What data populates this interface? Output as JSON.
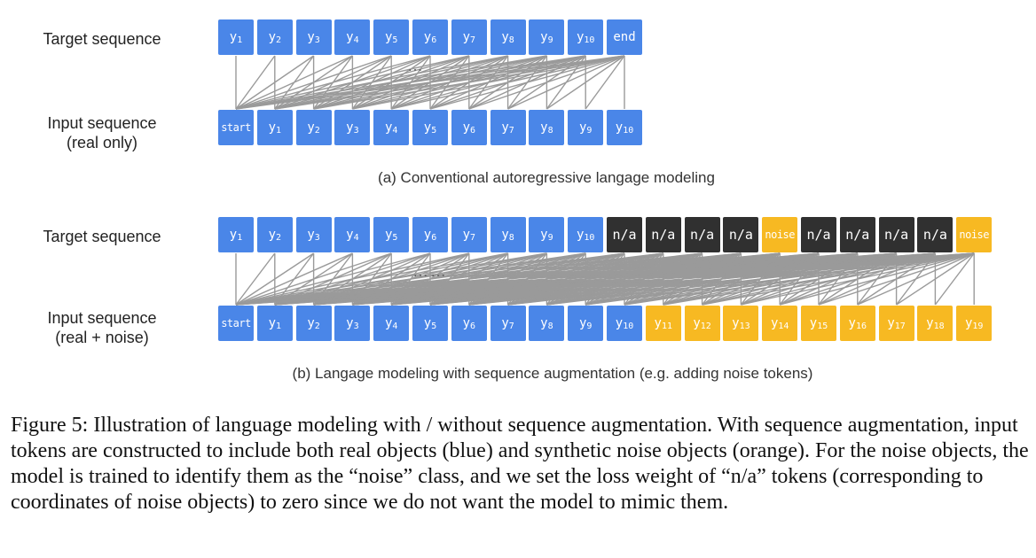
{
  "panel_a": {
    "target_label": "Target sequence",
    "input_label_line1": "Input sequence",
    "input_label_line2": "(real only)",
    "target_tokens": [
      {
        "text": "y",
        "sub": "1",
        "color": "blue"
      },
      {
        "text": "y",
        "sub": "2",
        "color": "blue"
      },
      {
        "text": "y",
        "sub": "3",
        "color": "blue"
      },
      {
        "text": "y",
        "sub": "4",
        "color": "blue"
      },
      {
        "text": "y",
        "sub": "5",
        "color": "blue"
      },
      {
        "text": "y",
        "sub": "6",
        "color": "blue"
      },
      {
        "text": "y",
        "sub": "7",
        "color": "blue"
      },
      {
        "text": "y",
        "sub": "8",
        "color": "blue"
      },
      {
        "text": "y",
        "sub": "9",
        "color": "blue"
      },
      {
        "text": "y",
        "sub": "10",
        "color": "blue"
      },
      {
        "text": "end",
        "sub": "",
        "color": "blue"
      }
    ],
    "input_tokens": [
      {
        "text": "start",
        "sub": "",
        "color": "blue"
      },
      {
        "text": "y",
        "sub": "1",
        "color": "blue"
      },
      {
        "text": "y",
        "sub": "2",
        "color": "blue"
      },
      {
        "text": "y",
        "sub": "3",
        "color": "blue"
      },
      {
        "text": "y",
        "sub": "4",
        "color": "blue"
      },
      {
        "text": "y",
        "sub": "5",
        "color": "blue"
      },
      {
        "text": "y",
        "sub": "6",
        "color": "blue"
      },
      {
        "text": "y",
        "sub": "7",
        "color": "blue"
      },
      {
        "text": "y",
        "sub": "8",
        "color": "blue"
      },
      {
        "text": "y",
        "sub": "9",
        "color": "blue"
      },
      {
        "text": "y",
        "sub": "10",
        "color": "blue"
      }
    ],
    "ellipsis": "…",
    "caption": "(a) Conventional autoregressive langage modeling"
  },
  "panel_b": {
    "target_label": "Target sequence",
    "input_label_line1": "Input sequence",
    "input_label_line2": "(real + noise)",
    "target_tokens": [
      {
        "text": "y",
        "sub": "1",
        "color": "blue"
      },
      {
        "text": "y",
        "sub": "2",
        "color": "blue"
      },
      {
        "text": "y",
        "sub": "3",
        "color": "blue"
      },
      {
        "text": "y",
        "sub": "4",
        "color": "blue"
      },
      {
        "text": "y",
        "sub": "5",
        "color": "blue"
      },
      {
        "text": "y",
        "sub": "6",
        "color": "blue"
      },
      {
        "text": "y",
        "sub": "7",
        "color": "blue"
      },
      {
        "text": "y",
        "sub": "8",
        "color": "blue"
      },
      {
        "text": "y",
        "sub": "9",
        "color": "blue"
      },
      {
        "text": "y",
        "sub": "10",
        "color": "blue"
      },
      {
        "text": "n/a",
        "sub": "",
        "color": "black"
      },
      {
        "text": "n/a",
        "sub": "",
        "color": "black"
      },
      {
        "text": "n/a",
        "sub": "",
        "color": "black"
      },
      {
        "text": "n/a",
        "sub": "",
        "color": "black"
      },
      {
        "text": "noise",
        "sub": "",
        "color": "orange"
      },
      {
        "text": "n/a",
        "sub": "",
        "color": "black"
      },
      {
        "text": "n/a",
        "sub": "",
        "color": "black"
      },
      {
        "text": "n/a",
        "sub": "",
        "color": "black"
      },
      {
        "text": "n/a",
        "sub": "",
        "color": "black"
      },
      {
        "text": "noise",
        "sub": "",
        "color": "orange"
      }
    ],
    "input_tokens": [
      {
        "text": "start",
        "sub": "",
        "color": "blue"
      },
      {
        "text": "y",
        "sub": "1",
        "color": "blue"
      },
      {
        "text": "y",
        "sub": "2",
        "color": "blue"
      },
      {
        "text": "y",
        "sub": "3",
        "color": "blue"
      },
      {
        "text": "y",
        "sub": "4",
        "color": "blue"
      },
      {
        "text": "y",
        "sub": "5",
        "color": "blue"
      },
      {
        "text": "y",
        "sub": "6",
        "color": "blue"
      },
      {
        "text": "y",
        "sub": "7",
        "color": "blue"
      },
      {
        "text": "y",
        "sub": "8",
        "color": "blue"
      },
      {
        "text": "y",
        "sub": "9",
        "color": "blue"
      },
      {
        "text": "y",
        "sub": "10",
        "color": "blue"
      },
      {
        "text": "y",
        "sub": "11",
        "color": "orange"
      },
      {
        "text": "y",
        "sub": "12",
        "color": "orange"
      },
      {
        "text": "y",
        "sub": "13",
        "color": "orange"
      },
      {
        "text": "y",
        "sub": "14",
        "color": "orange"
      },
      {
        "text": "y",
        "sub": "15",
        "color": "orange"
      },
      {
        "text": "y",
        "sub": "16",
        "color": "orange"
      },
      {
        "text": "y",
        "sub": "17",
        "color": "orange"
      },
      {
        "text": "y",
        "sub": "18",
        "color": "orange"
      },
      {
        "text": "y",
        "sub": "19",
        "color": "orange"
      }
    ],
    "ellipsis": "……",
    "caption": "(b) Langage modeling with sequence augmentation (e.g. adding noise tokens)"
  },
  "colors": {
    "blue": "#4a86e8",
    "black": "#303030",
    "orange": "#f7b922",
    "connector": "#9a9a9a"
  },
  "figure_caption": "Figure 5: Illustration of language modeling with / without sequence augmentation. With sequence augmentation, input tokens are constructed to include both real objects (blue) and synthetic noise objects (orange). For the noise objects, the model is trained to identify them as the “noise” class, and we set the loss weight of “n/a” tokens (corresponding to coordinates of noise objects) to zero since we do not want the model to mimic them."
}
